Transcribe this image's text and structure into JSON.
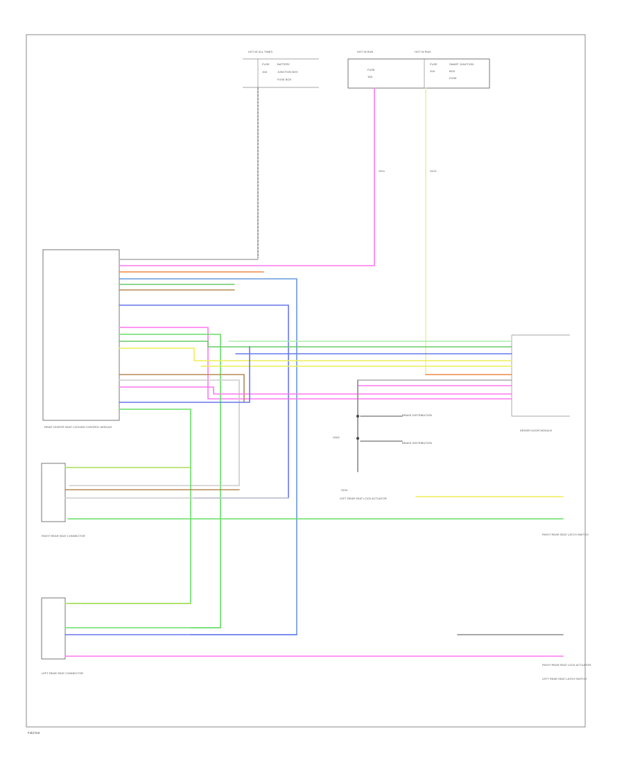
{
  "footer": {
    "code": "Fold Out"
  },
  "colors": {
    "pink": "#ff77ee",
    "green": "#66dd66",
    "blue": "#6677ee",
    "brown": "#b58a52",
    "yellow": "#eeee55",
    "light_green": "#aaee88",
    "grey": "#aaaaaa",
    "cyan": "#66cccc",
    "orange": "#ee8844",
    "red_pink": "#ee55aa",
    "black": "#444444"
  },
  "labels": {
    "top_left_fuse": "HOT AT ALL TIMES",
    "top_mid_fuse": "HOT IN RUN",
    "top_right_fuse": "HOT IN RUN",
    "rear_center_module": "REAR CENTER SEAT LOCKING CONTROL MODULE",
    "driver_door_module": "DRIVER DOOR MODULE",
    "right_rear_latch": "RIGHT REAR SEAT LATCH SWITCH",
    "left_rear_latch": "LEFT REAR SEAT LATCH SWITCH",
    "right_rear_actuator": "RIGHT REAR SEAT LOCK ACTUATOR",
    "left_rear_actuator": "LEFT REAR SEAT LOCK ACTUATOR",
    "ground_label": "G302",
    "splice_label": "S219",
    "left_rear_seat_label": "LEFT REAR SEAT CONNECTOR",
    "right_rear_seat_label": "RIGHT REAR SEAT CONNECTOR"
  }
}
